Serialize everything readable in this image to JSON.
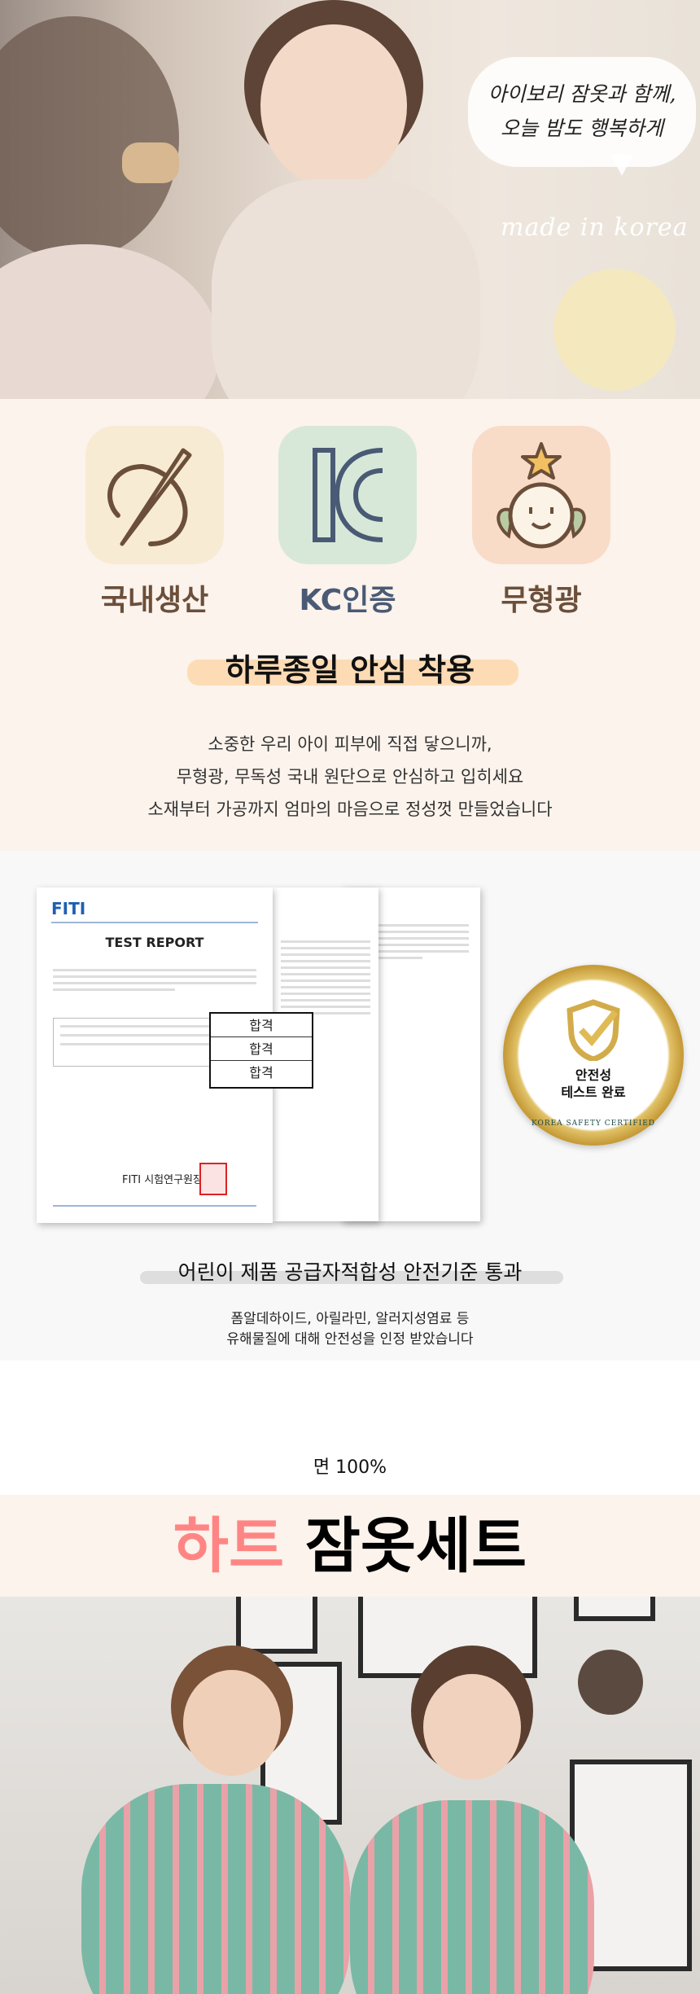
{
  "hero": {
    "speech_line1": "아이보리 잠옷과 함께,",
    "speech_line2": "오늘 밤도 행복하게",
    "made_in": "made in korea"
  },
  "features": [
    {
      "label": "국내생산",
      "icon": "needle-thread-icon",
      "bg": "#f8ebd3",
      "color": "#6b4f3a"
    },
    {
      "label": "KC인증",
      "icon": "kc-mark-icon",
      "bg": "#d8e8d8",
      "color": "#4a5a75"
    },
    {
      "label": "무형광",
      "icon": "smiley-sprout-icon",
      "bg": "#f8dcc8",
      "color": "#6b4f3a"
    }
  ],
  "safety": {
    "title": "하루종일 안심 착용",
    "lines": [
      "소중한 우리 아이 피부에 직접 닿으니까,",
      "무형광, 무독성 국내 원단으로 안심하고 입히세요",
      "소재부터 가공까지 엄마의 마음으로 정성껏 만들었습니다"
    ]
  },
  "report": {
    "logo": "FITI",
    "doc_title": "TEST REPORT",
    "issuer": "FITI 시험연구원장",
    "results": [
      "합격",
      "합격",
      "합격"
    ],
    "badge_line1": "안전성",
    "badge_line2": "테스트 완료",
    "badge_ring": "KOREA SAFETY CERTIFIED",
    "title": "어린이 제품 공급자적합성 안전기준 통과",
    "lines": [
      "폼알데하이드, 아릴라민, 알러지성염료 등",
      "유해물질에 대해 안전성을 인정 받았습니다"
    ]
  },
  "product": {
    "material": "면 100%",
    "name_accent": "하트",
    "name_rest": "잠옷세트",
    "accent_color": "#ff8585"
  }
}
